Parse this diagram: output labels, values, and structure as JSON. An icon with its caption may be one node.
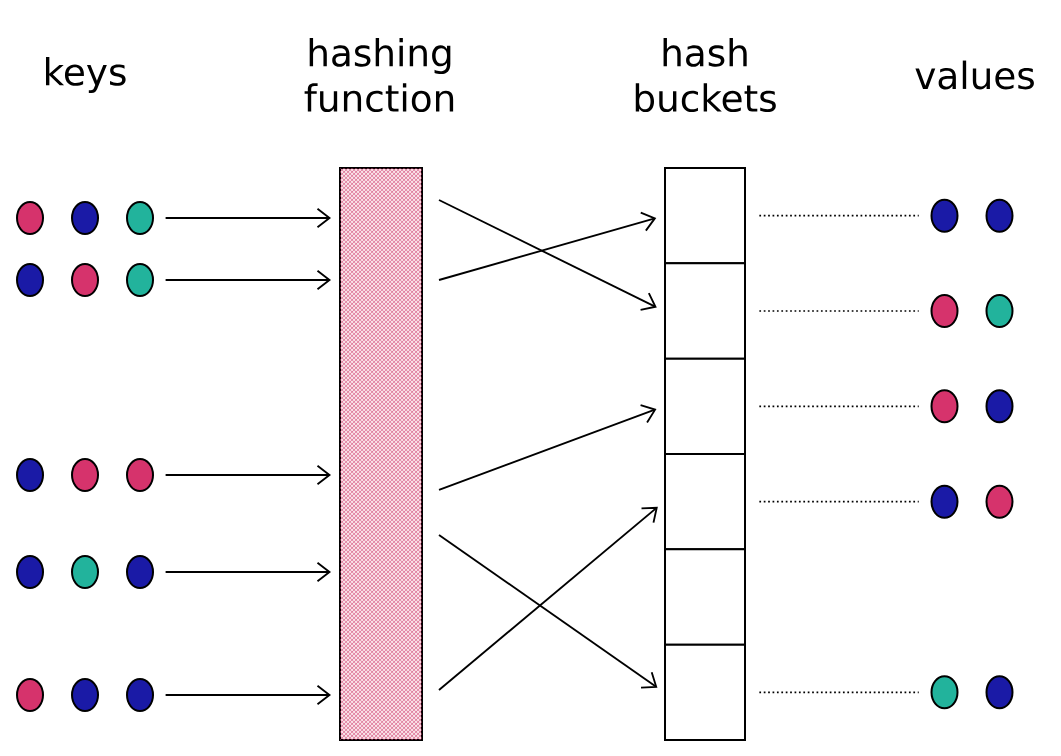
{
  "diagram": {
    "nodes": [
      {
        "text": [],
        "shape": "circle"
      },
      {
        "text": [],
        "shape": "circle"
      },
      {
        "text": [],
        "shape": "circle"
      },
      {
        "text": [],
        "shape": "circle"
      },
      {
        "text": [],
        "shape": "circle"
      },
      {
        "text": [],
        "shape": "bar"
      },
      {
        "text": [],
        "shape": "box"
      },
      {
        "text": [],
        "shape": "box"
      },
      {
        "text": [],
        "shape": "box"
      },
      {
        "text": [],
        "shape": "box"
      },
      {
        "text": [],
        "shape": "box"
      },
      {
        "text": [],
        "shape": "box"
      },
      {
        "text": [],
        "shape": "circle"
      },
      {
        "text": [],
        "shape": "circle"
      },
      {
        "text": [],
        "shape": "circle"
      },
      {
        "text": [],
        "shape": "circle"
      },
      {
        "text": [],
        "shape": "circle"
      }
    ],
    "edges": [
      {
        "from": 0,
        "to": 5,
        "arrow": "to"
      },
      {
        "from": 1,
        "to": 5,
        "arrow": "to"
      },
      {
        "from": 2,
        "to": 5,
        "arrow": "to"
      },
      {
        "from": 3,
        "to": 5,
        "arrow": "to"
      },
      {
        "from": 4,
        "to": 5,
        "arrow": "to"
      },
      {
        "from": 5,
        "to": 7,
        "arrow": "to"
      },
      {
        "from": 5,
        "to": 6,
        "arrow": "to"
      },
      {
        "from": 5,
        "to": 8,
        "arrow": "to"
      },
      {
        "from": 5,
        "to": 11,
        "arrow": "to"
      },
      {
        "from": 5,
        "to": 9,
        "arrow": "to"
      },
      {
        "from": 6,
        "to": 12,
        "arrow": "none",
        "style": "dashed"
      },
      {
        "from": 7,
        "to": 13,
        "arrow": "none",
        "style": "dashed"
      },
      {
        "from": 8,
        "to": 14,
        "arrow": "none",
        "style": "dashed"
      },
      {
        "from": 9,
        "to": 15,
        "arrow": "none",
        "style": "dashed"
      },
      {
        "from": 11,
        "to": 16,
        "arrow": "none",
        "style": "dashed"
      }
    ],
    "labels": [
      "keys",
      "hashing function",
      "hash buckets",
      "values"
    ]
  }
}
